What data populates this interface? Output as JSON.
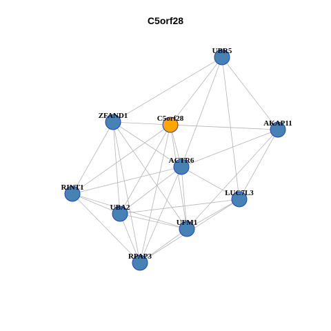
{
  "title": "C5orf28",
  "colors": {
    "node_default": "#4682b4",
    "node_focus": "#ffa500",
    "node_border": "#1f3fbf",
    "edge": "#b4b4b4"
  },
  "nodes": [
    {
      "id": "UBR5",
      "label": "UBR5",
      "focus": false
    },
    {
      "id": "ZFAND1",
      "label": "ZFAND1",
      "focus": false
    },
    {
      "id": "C5orf28",
      "label": "C5orf28",
      "focus": true
    },
    {
      "id": "AKAP11",
      "label": "AKAP11",
      "focus": false
    },
    {
      "id": "ACTR6",
      "label": "ACTR6",
      "focus": false
    },
    {
      "id": "RINT1",
      "label": "RINT1",
      "focus": false
    },
    {
      "id": "LUC7L3",
      "label": "LUC7L3",
      "focus": false
    },
    {
      "id": "UBA2",
      "label": "UBA2",
      "focus": false
    },
    {
      "id": "UFM1",
      "label": "UFM1",
      "focus": false
    },
    {
      "id": "RPAP3",
      "label": "RPAP3",
      "focus": false
    }
  ],
  "edges": [
    [
      "UBR5",
      "ZFAND1"
    ],
    [
      "UBR5",
      "C5orf28"
    ],
    [
      "UBR5",
      "AKAP11"
    ],
    [
      "UBR5",
      "ACTR6"
    ],
    [
      "UBR5",
      "LUC7L3"
    ],
    [
      "ZFAND1",
      "C5orf28"
    ],
    [
      "ZFAND1",
      "ACTR6"
    ],
    [
      "ZFAND1",
      "RINT1"
    ],
    [
      "ZFAND1",
      "UBA2"
    ],
    [
      "ZFAND1",
      "UFM1"
    ],
    [
      "ZFAND1",
      "RPAP3"
    ],
    [
      "C5orf28",
      "AKAP11"
    ],
    [
      "C5orf28",
      "ACTR6"
    ],
    [
      "C5orf28",
      "UBA2"
    ],
    [
      "C5orf28",
      "UFM1"
    ],
    [
      "C5orf28",
      "RPAP3"
    ],
    [
      "C5orf28",
      "RINT1"
    ],
    [
      "AKAP11",
      "ACTR6"
    ],
    [
      "AKAP11",
      "LUC7L3"
    ],
    [
      "AKAP11",
      "UFM1"
    ],
    [
      "ACTR6",
      "RINT1"
    ],
    [
      "ACTR6",
      "LUC7L3"
    ],
    [
      "ACTR6",
      "UBA2"
    ],
    [
      "ACTR6",
      "UFM1"
    ],
    [
      "ACTR6",
      "RPAP3"
    ],
    [
      "RINT1",
      "UBA2"
    ],
    [
      "RINT1",
      "UFM1"
    ],
    [
      "RINT1",
      "RPAP3"
    ],
    [
      "LUC7L3",
      "UBA2"
    ],
    [
      "LUC7L3",
      "UFM1"
    ],
    [
      "LUC7L3",
      "RPAP3"
    ],
    [
      "UBA2",
      "UFM1"
    ],
    [
      "UBA2",
      "RPAP3"
    ],
    [
      "UFM1",
      "RPAP3"
    ]
  ]
}
